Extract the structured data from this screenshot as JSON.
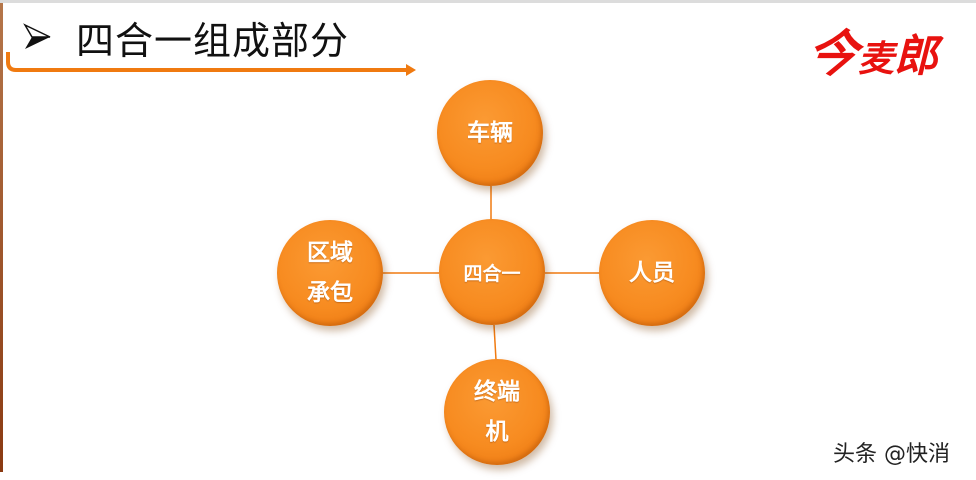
{
  "slide": {
    "title": "四合一组成部分",
    "bullet_icon": "arrow-bullet-icon",
    "logo": {
      "char1": "今",
      "char2": "麦",
      "char3": "郎",
      "color": "#e8120f"
    },
    "watermark": "头条 @快消"
  },
  "diagram": {
    "accent_color": "#f78b20",
    "center": {
      "label": "四合一"
    },
    "nodes": [
      {
        "position": "top",
        "line1": "车辆",
        "line2": ""
      },
      {
        "position": "left",
        "line1": "区域",
        "line2": "承包"
      },
      {
        "position": "right",
        "line1": "人员",
        "line2": ""
      },
      {
        "position": "bottom",
        "line1": "终端",
        "line2": "机"
      }
    ]
  }
}
